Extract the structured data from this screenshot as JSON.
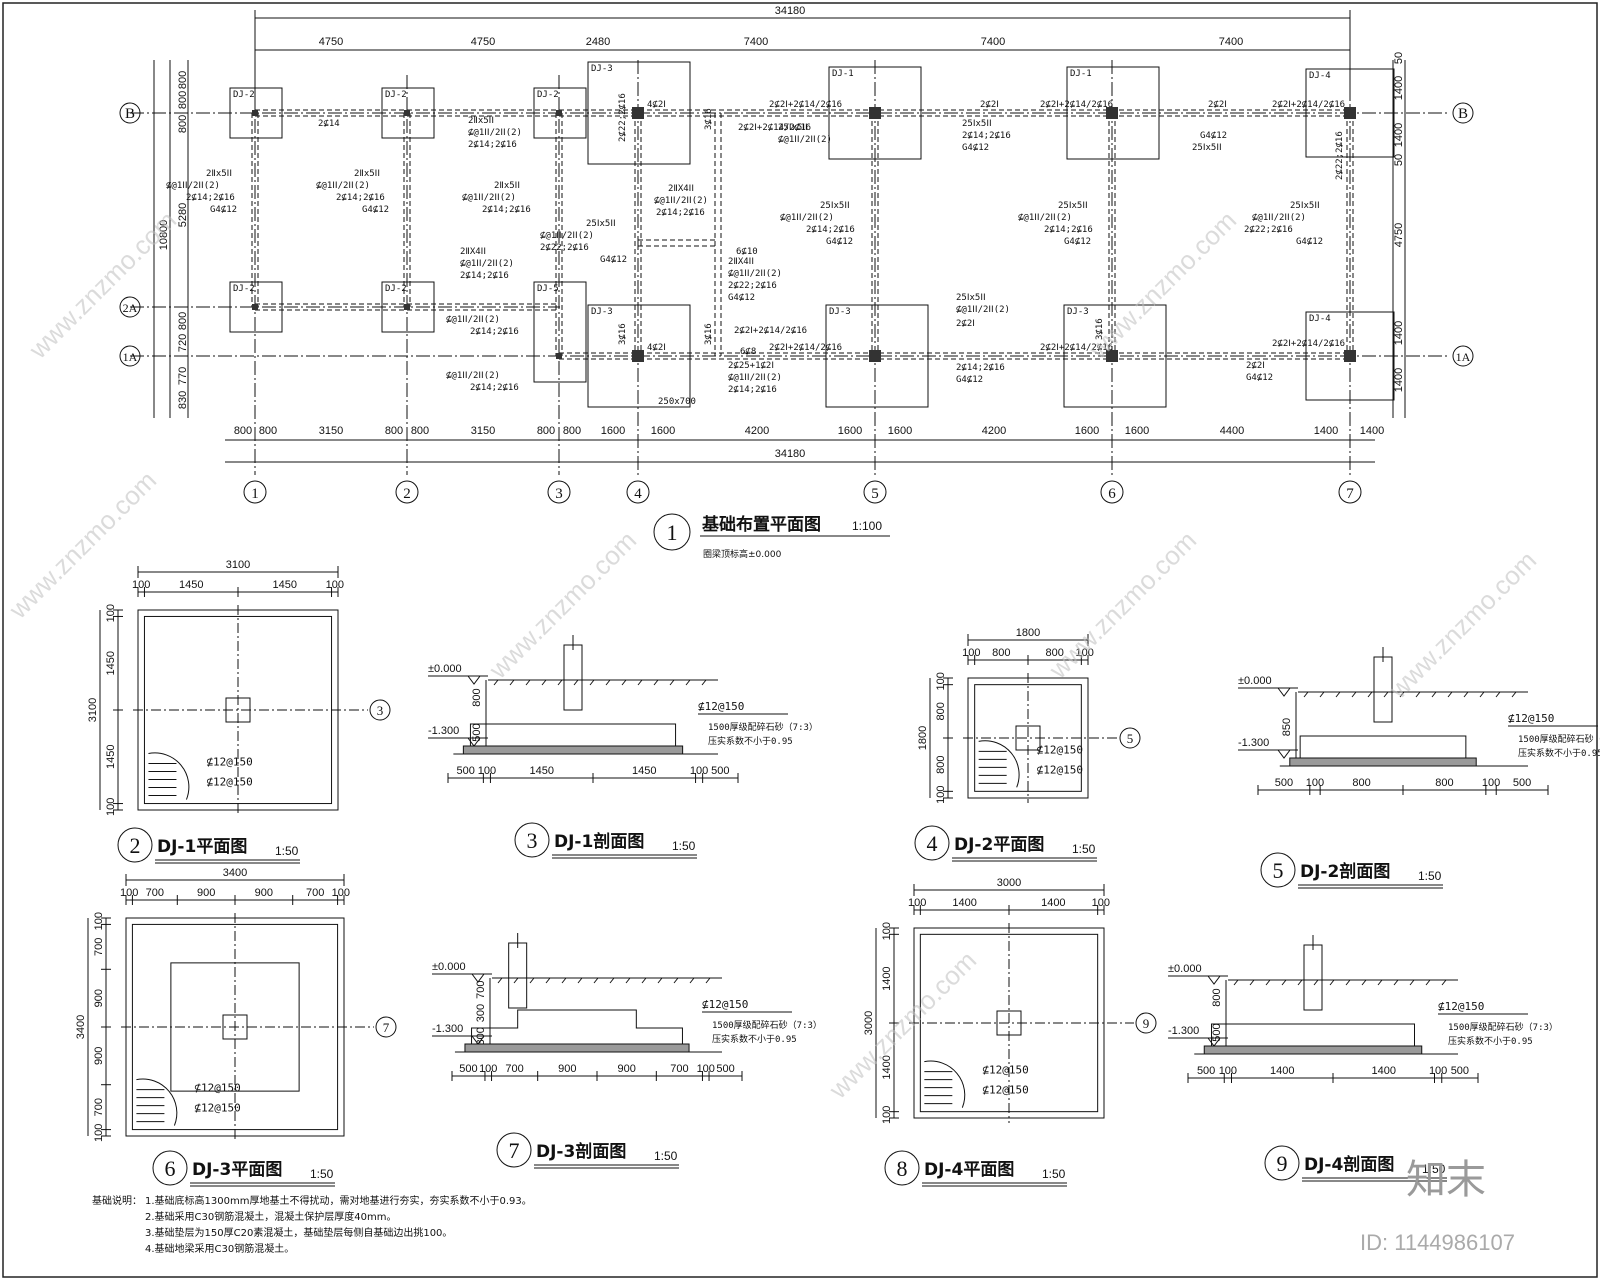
{
  "plan": {
    "total_width": "34180",
    "top_dims": [
      "4750",
      "4750",
      "2480",
      "7400",
      "7400",
      "7400"
    ],
    "bottom_dims": [
      "800",
      "800",
      "3150",
      "800",
      "800",
      "3150",
      "800",
      "800",
      "1600",
      "1600",
      "4200",
      "1600",
      "1600",
      "4200",
      "1600",
      "1600",
      "4400",
      "1400",
      "1400"
    ],
    "left_dims": [
      "800",
      "800",
      "800",
      "5280",
      "800",
      "720",
      "770",
      "830"
    ],
    "left_total": "10800",
    "right_dims": [
      "50",
      "1400",
      "1400",
      "50",
      "4750",
      "1400",
      "1400"
    ],
    "column_axes": [
      "1",
      "2",
      "3",
      "4",
      "5",
      "6",
      "7"
    ],
    "row_axes": [
      "B",
      "2A",
      "1A"
    ],
    "footing_tags": [
      "DJ-2",
      "DJ-2",
      "DJ-2",
      "DJ-3",
      "DJ-1",
      "DJ-1",
      "DJ-4",
      "DJ-2",
      "DJ-2",
      "DJ-5",
      "DJ-3",
      "DJ-3",
      "DJ-3",
      "DJ-4"
    ],
    "beam_notes": [
      "2Ⅱx5ⅠⅠ",
      "⊈@1ⅠⅠ/2ⅠⅠ(2)",
      "2⊈14;2⊈16",
      "G4⊈12",
      "2⊈14",
      "4⊈2Ⅰ",
      "2⊈2Ⅰ+2⊈14/2⊈16",
      "6⊈10",
      "6⊈8",
      "25Ⅰx5ⅠⅠ",
      "2⊈22;2⊈16",
      "2ⅡX4ⅠⅠ",
      "2⊈25+1⊈2Ⅰ",
      "2⊈2Ⅰ",
      "3⊈16",
      "250x700"
    ],
    "title_num": "1",
    "title": "基础布置平面图",
    "scale": "1:100",
    "subtitle": "圈梁顶标高±0.000"
  },
  "details": [
    {
      "num": "2",
      "title": "DJ-1平面图",
      "scale": "1:50",
      "total": "3100",
      "dims": [
        "100",
        "1450",
        "1450",
        "100"
      ],
      "rebar": [
        "⊈12@150",
        "⊈12@150"
      ],
      "section": "3"
    },
    {
      "num": "3",
      "title": "DJ-1剖面图",
      "scale": "1:50",
      "dims": [
        "500",
        "100",
        "1450",
        "1450",
        "100",
        "500"
      ],
      "heights": [
        "800",
        "500"
      ],
      "levels": [
        "±0.000",
        "-1.300"
      ],
      "rebar": "⊈12@150",
      "notes": [
        "1500厚级配碎石砂（7:3）",
        "压实系数不小于0.95"
      ]
    },
    {
      "num": "4",
      "title": "DJ-2平面图",
      "scale": "1:50",
      "total": "1800",
      "dims": [
        "100",
        "800",
        "800",
        "100"
      ],
      "rebar": [
        "⊈12@150",
        "⊈12@150"
      ],
      "section": "5"
    },
    {
      "num": "5",
      "title": "DJ-2剖面图",
      "scale": "1:50",
      "dims": [
        "500",
        "100",
        "800",
        "800",
        "100",
        "500"
      ],
      "heights": [
        "850"
      ],
      "levels": [
        "±0.000",
        "-1.300"
      ],
      "rebar": "⊈12@150",
      "notes": [
        "1500厚级配碎石砂（7:3）",
        "压实系数不小于0.95"
      ]
    },
    {
      "num": "6",
      "title": "DJ-3平面图",
      "scale": "1:50",
      "total": "3400",
      "dims": [
        "100",
        "700",
        "900",
        "900",
        "700",
        "100"
      ],
      "rebar": [
        "⊈12@150",
        "⊈12@150"
      ],
      "section": "7"
    },
    {
      "num": "7",
      "title": "DJ-3剖面图",
      "scale": "1:50",
      "dims": [
        "500",
        "100",
        "700",
        "900",
        "900",
        "700",
        "100",
        "500"
      ],
      "heights": [
        "700",
        "300",
        "300"
      ],
      "levels": [
        "±0.000",
        "-1.300"
      ],
      "rebar": "⊈12@150",
      "notes": [
        "1500厚级配碎石砂（7:3）",
        "压实系数不小于0.95"
      ]
    },
    {
      "num": "8",
      "title": "DJ-4平面图",
      "scale": "1:50",
      "total": "3000",
      "dims": [
        "100",
        "1400",
        "1400",
        "100"
      ],
      "rebar": [
        "⊈12@150",
        "⊈12@150"
      ],
      "section": "9"
    },
    {
      "num": "9",
      "title": "DJ-4剖面图",
      "scale": "1:50",
      "dims": [
        "500",
        "100",
        "1400",
        "1400",
        "100",
        "500"
      ],
      "heights": [
        "800",
        "500"
      ],
      "levels": [
        "±0.000",
        "-1.300"
      ],
      "rebar": "⊈12@150",
      "notes": [
        "1500厚级配碎石砂（7:3）",
        "压实系数不小于0.95"
      ]
    }
  ],
  "notes": {
    "label": "基础说明：",
    "items": [
      "1.基础底标高1300mm厚地基土不得扰动，需对地基进行夯实，夯实系数不小于0.93。",
      "2.基础采用C30钢筋混凝土，混凝土保护层厚度40mm。",
      "3.基础垫层为150厚C20素混凝土，基础垫层每侧自基础边出挑100。",
      "4.基础地梁采用C30钢筋混凝土。"
    ]
  },
  "watermark": {
    "text": "www.znzmo.com",
    "brand": "知末",
    "id": "ID: 1144986107"
  }
}
